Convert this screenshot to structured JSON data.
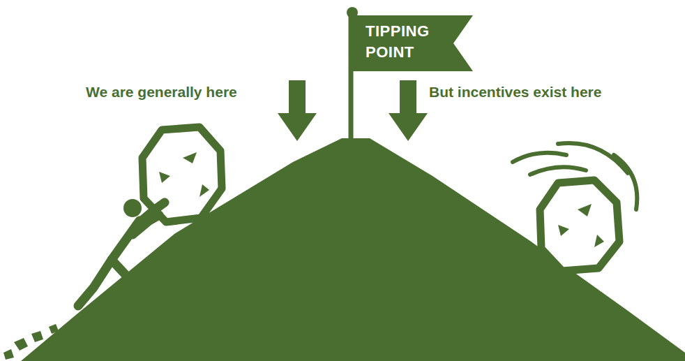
{
  "diagram": {
    "nodes": [
      {
        "text": [
          "TIPPING POINT"
        ]
      }
    ],
    "labels": [
      "We are generally here",
      "But incentives exist here"
    ]
  }
}
